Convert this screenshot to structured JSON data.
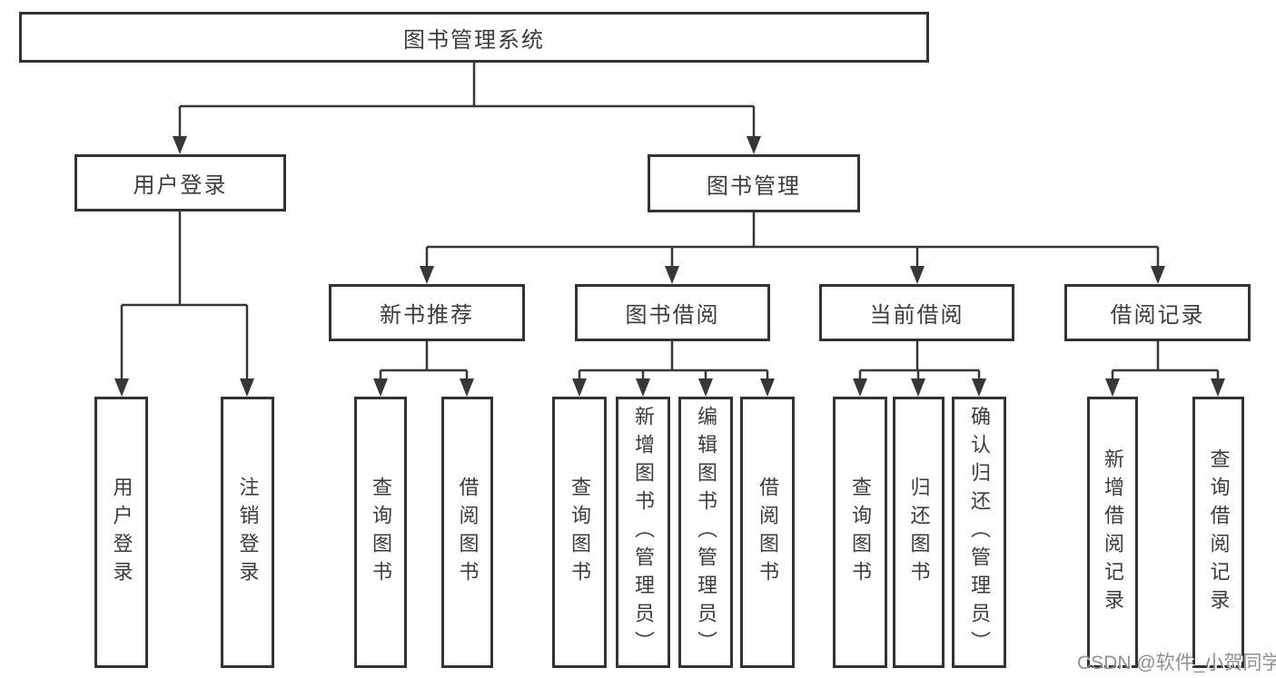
{
  "diagram": {
    "root": {
      "label": "图书管理系统"
    },
    "level2": [
      {
        "label": "用户登录"
      },
      {
        "label": "图书管理"
      }
    ],
    "level3": [
      {
        "label": "新书推荐"
      },
      {
        "label": "图书借阅"
      },
      {
        "label": "当前借阅"
      },
      {
        "label": "借阅记录"
      }
    ],
    "level4": [
      {
        "label": "用户登录"
      },
      {
        "label": "注销登录"
      },
      {
        "label": "查询图书"
      },
      {
        "label": "借阅图书"
      },
      {
        "label": "查询图书"
      },
      {
        "label": "新增图书（管理员）"
      },
      {
        "label": "编辑图书（管理员）"
      },
      {
        "label": "借阅图书"
      },
      {
        "label": "查询图书"
      },
      {
        "label": "归还图书"
      },
      {
        "label": "确认归还（管理员）"
      },
      {
        "label": "新增借阅记录"
      },
      {
        "label": "查询借阅记录"
      }
    ],
    "watermark": "CSDN @软件_小贺同学",
    "colors": {
      "line": "#35373a",
      "border": "#313335",
      "text": "#3c3c3e",
      "watermark": "#8f9193",
      "background": "#ffffff"
    }
  }
}
